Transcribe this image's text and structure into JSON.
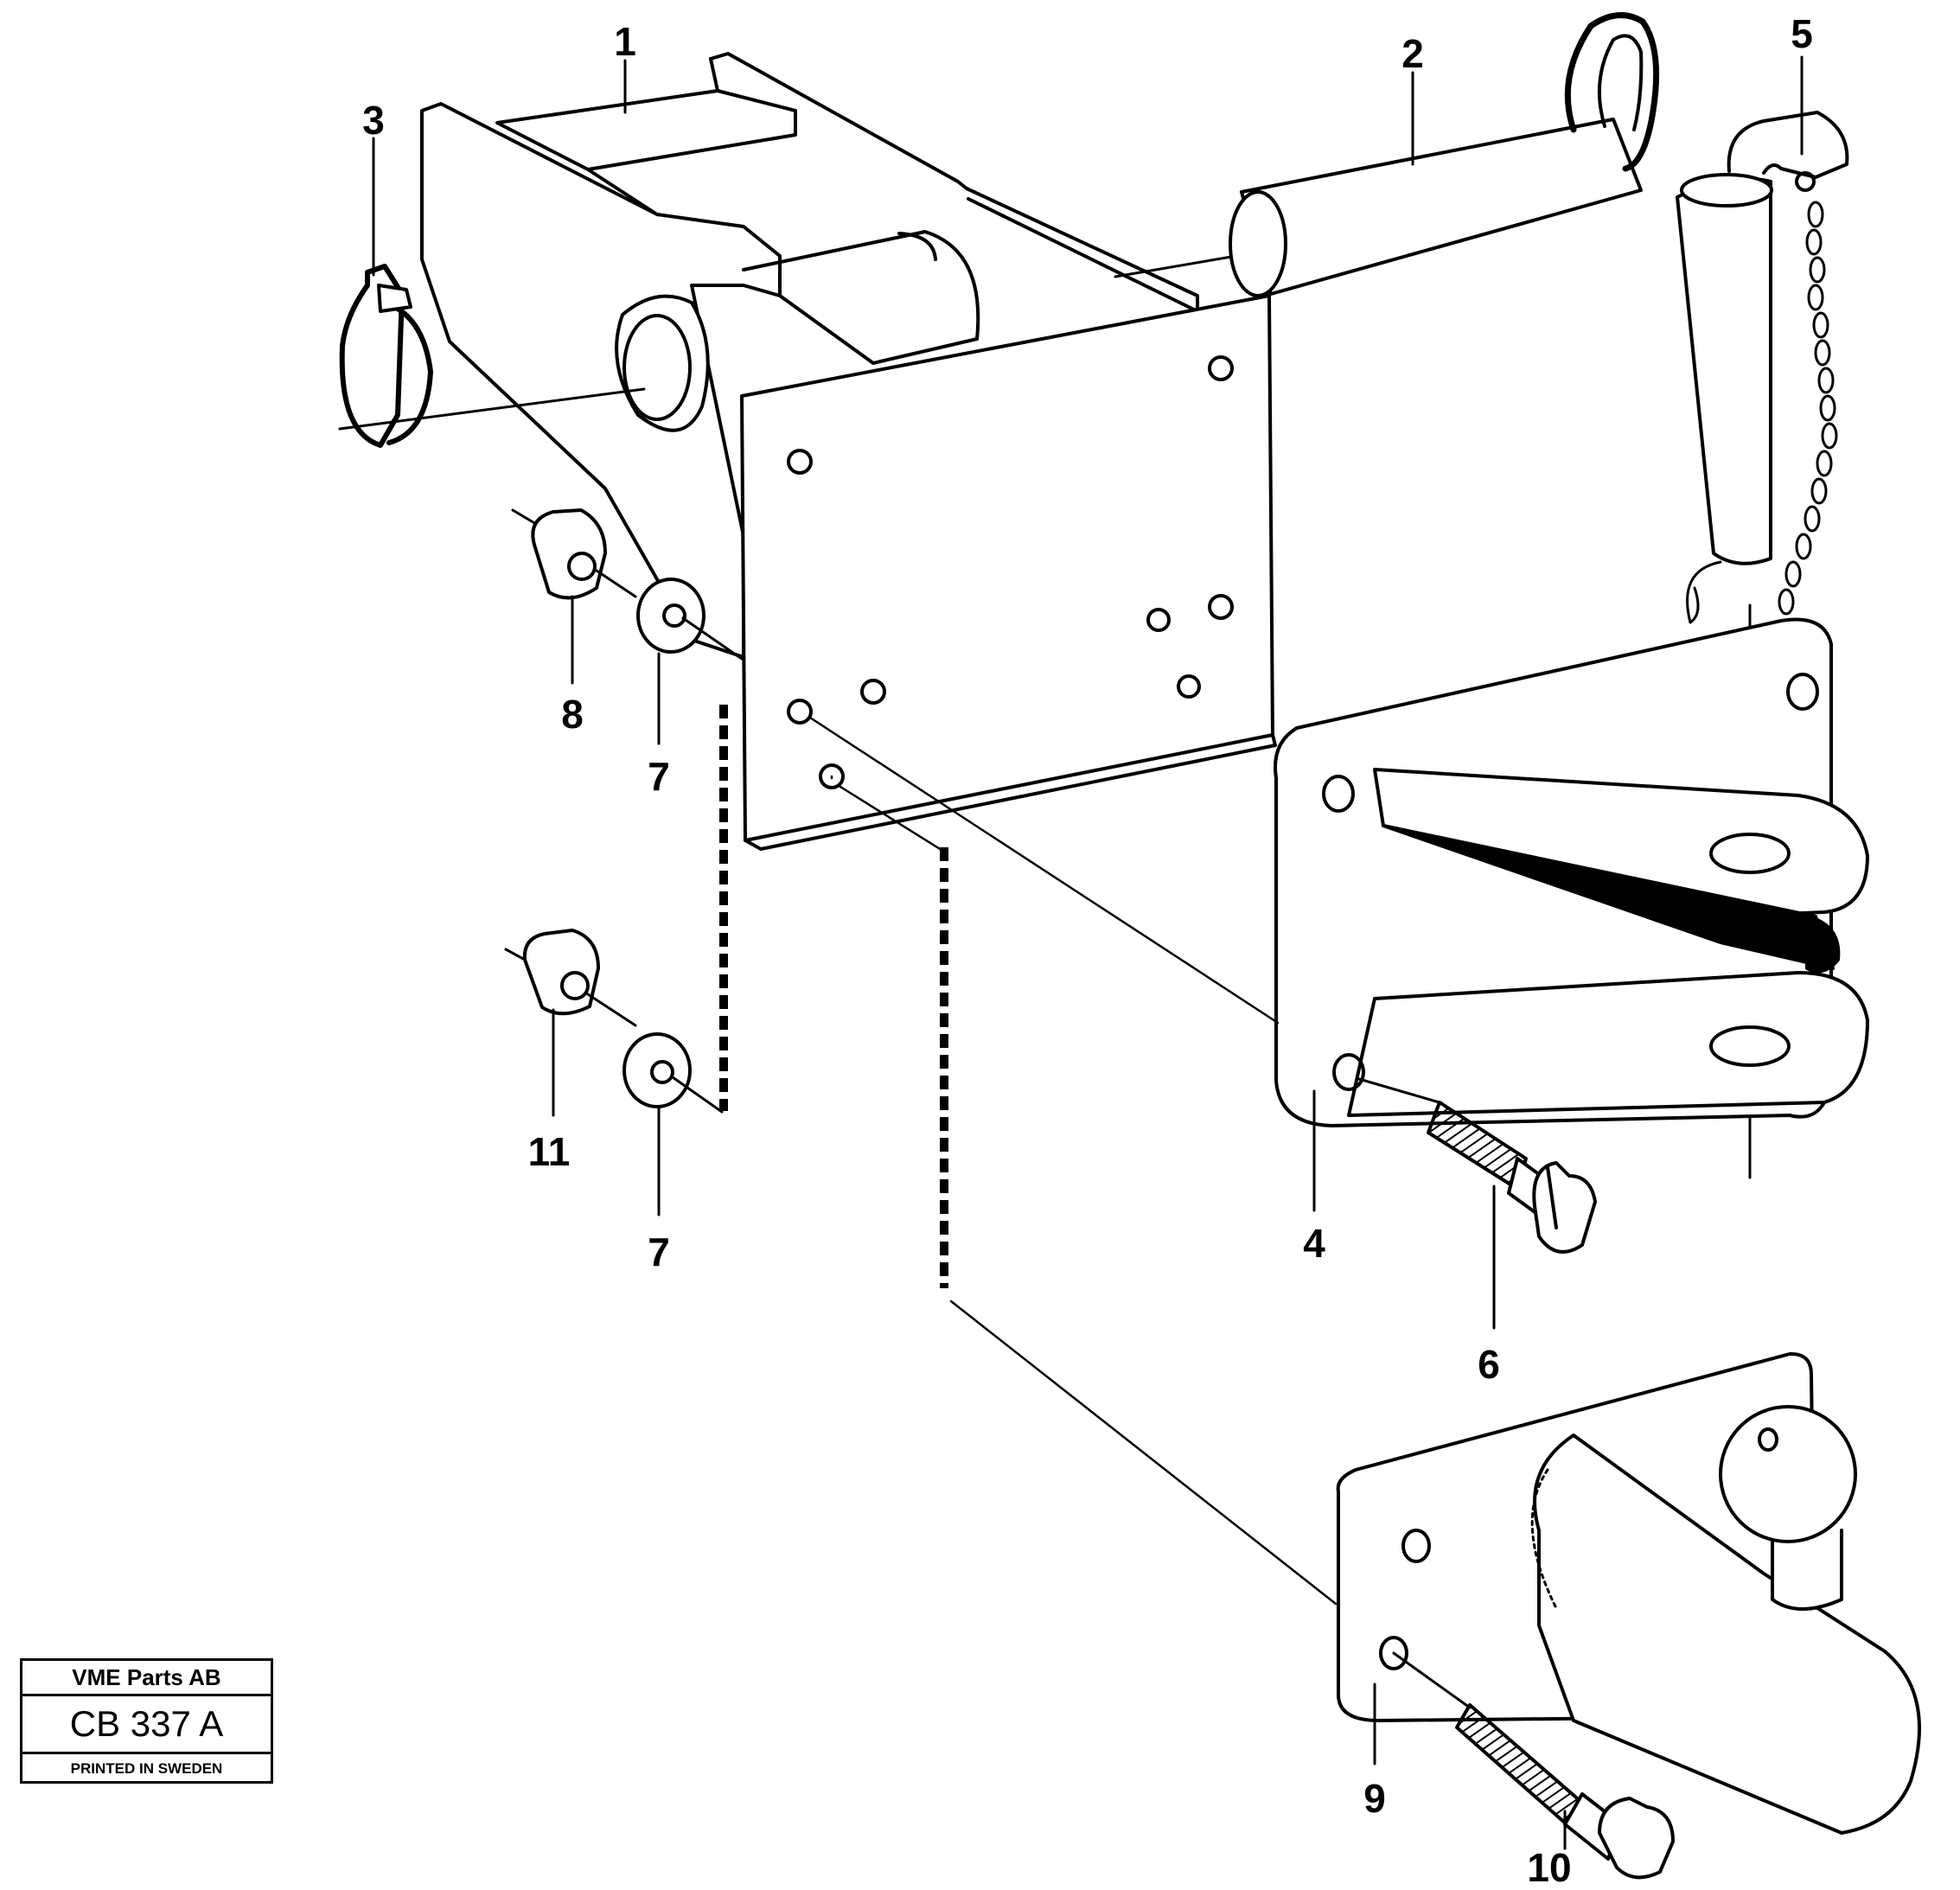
{
  "diagram": {
    "callouts": [
      {
        "id": "c1",
        "label": "1"
      },
      {
        "id": "c2",
        "label": "2"
      },
      {
        "id": "c3",
        "label": "3"
      },
      {
        "id": "c4",
        "label": "4"
      },
      {
        "id": "c5",
        "label": "5"
      },
      {
        "id": "c6",
        "label": "6"
      },
      {
        "id": "c7a",
        "label": "7"
      },
      {
        "id": "c7b",
        "label": "7"
      },
      {
        "id": "c8",
        "label": "8"
      },
      {
        "id": "c9",
        "label": "9"
      },
      {
        "id": "c10",
        "label": "10"
      },
      {
        "id": "c11",
        "label": "11"
      }
    ]
  },
  "title_block": {
    "company": "VME Parts AB",
    "code": "CB 337 A",
    "printed": "PRINTED IN SWEDEN"
  }
}
